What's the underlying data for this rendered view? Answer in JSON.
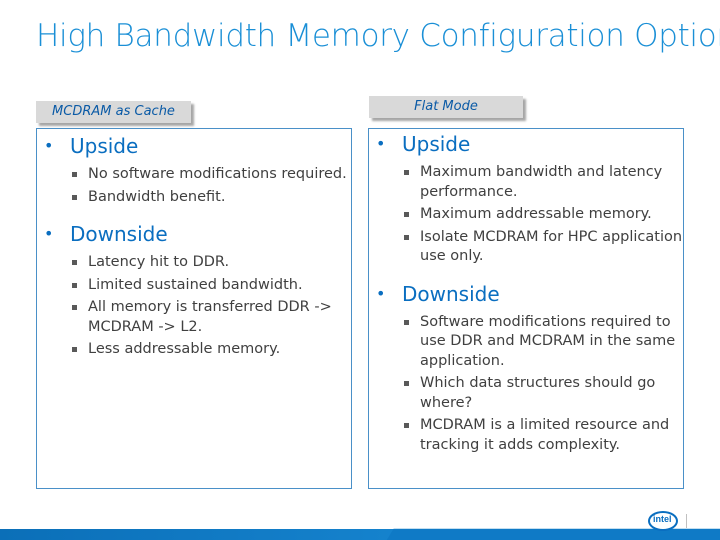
{
  "slide": {
    "title": "High Bandwidth Memory Configuration Options"
  },
  "left": {
    "tab_label": "MCDRAM as Cache",
    "sections": [
      {
        "heading": "Upside",
        "items": [
          "No software modifications required.",
          "Bandwidth benefit."
        ]
      },
      {
        "heading": "Downside",
        "items": [
          "Latency hit to DDR.",
          "Limited sustained bandwidth.",
          "All memory is transferred DDR -> MCDRAM -> L2.",
          "Less addressable memory."
        ]
      }
    ]
  },
  "right": {
    "tab_label": "Flat Mode",
    "sections": [
      {
        "heading": "Upside",
        "items": [
          "Maximum bandwidth and latency performance.",
          "Maximum addressable memory.",
          "Isolate MCDRAM for HPC application use only."
        ]
      },
      {
        "heading": "Downside",
        "items": [
          "Software modifications required to use DDR and MCDRAM in the same application.",
          "Which data structures should go where?",
          "MCDRAM is a limited resource and tracking it adds complexity."
        ]
      }
    ]
  },
  "footer": {
    "logo_text": "intel",
    "accent_color": "#1a8fd6"
  }
}
